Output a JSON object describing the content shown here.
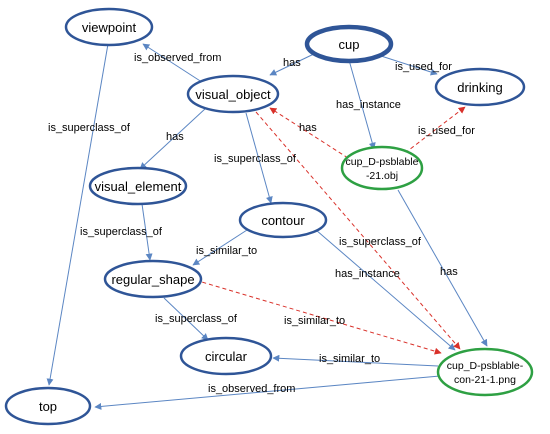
{
  "colors": {
    "concept_stroke": "#2f5597",
    "instance_stroke": "#2ea043",
    "concept_edge": "#5b86c3",
    "instance_edge": "#d9312a"
  },
  "nodes": {
    "viewpoint": "viewpoint",
    "cup": "cup",
    "visual_object": "visual_object",
    "drinking": "drinking",
    "cup_obj_line1": "cup_D-psblable",
    "cup_obj_line2": "-21.obj",
    "visual_element": "visual_element",
    "contour": "contour",
    "regular_shape": "regular_shape",
    "circular": "circular",
    "cup_png_line1": "cup_D-psblable-",
    "cup_png_line2": "con-21-1.png",
    "top": "top"
  },
  "edges": {
    "visual_object_viewpoint": "is_observed_from",
    "cup_visual_object": "has",
    "cup_drinking": "is_used_for",
    "viewpoint_top": "is_superclass_of",
    "cup_obj_instance": "has_instance",
    "obj_visual_object": "has",
    "obj_drinking": "is_used_for",
    "visual_object_visual_element": "has",
    "visual_object_contour": "is_superclass_of",
    "visual_element_regular_shape": "is_superclass_of",
    "contour_regular_shape": "is_similar_to",
    "visual_object_png": "is_superclass_of",
    "contour_png": "has_instance",
    "obj_png": "has",
    "regular_shape_circular": "is_superclass_of",
    "png_regular_shape": "is_similar_to",
    "png_circular": "is_similar_to",
    "png_top": "is_observed_from"
  }
}
